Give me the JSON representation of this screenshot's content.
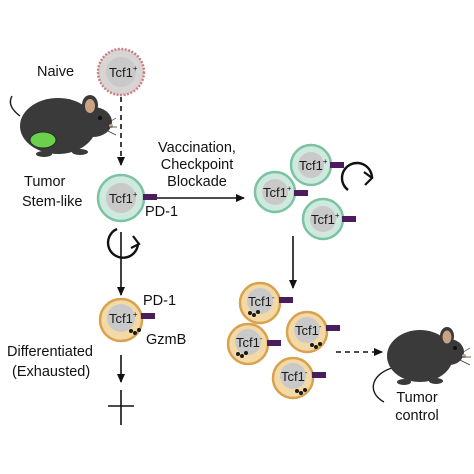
{
  "labels": {
    "naive": "Naive",
    "tumor": "Tumor",
    "stem_like": "Stem-like",
    "pd1_top": "PD-1",
    "pd1_bottom": "PD-1",
    "gzmb": "GzmB",
    "differentiated": "Differentiated",
    "exhausted": "(Exhausted)",
    "treatment_line1": "Vaccination,",
    "treatment_line2": "Checkpoint",
    "treatment_line3": "Blockade",
    "tumor_control_line1": "Tumor",
    "tumor_control_line2": "control"
  },
  "cells": {
    "marker": "Tcf1",
    "positive": "+",
    "negative": "-"
  },
  "colors": {
    "naive_fill": "#d9d4d4",
    "naive_ring": "#c98080",
    "stem_fill": "#cfe9df",
    "stem_ring": "#7cc3a4",
    "eff_fill": "#f3d9a6",
    "eff_ring": "#d8a24e",
    "nucleus": "#c9c9c9",
    "pd1": "#4b1d5e",
    "mouse_body": "#3a3a3a",
    "mouse_ear": "#c9a384",
    "tumor": "#6bd14d"
  }
}
